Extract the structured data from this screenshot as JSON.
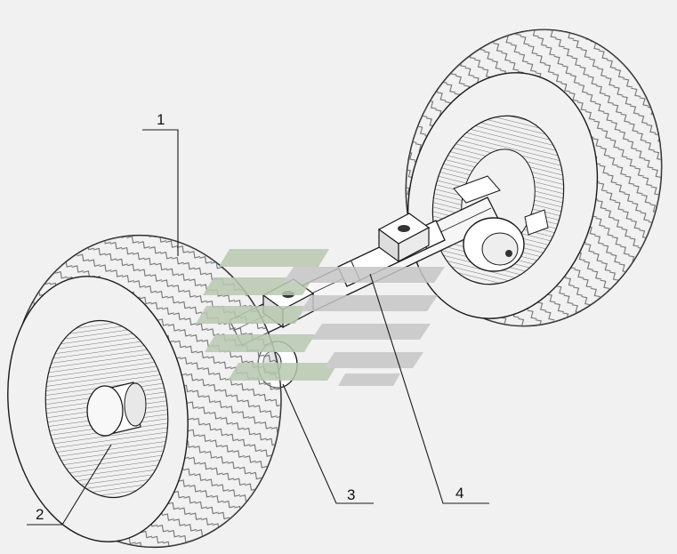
{
  "callouts": [
    {
      "id": "1",
      "label": "1"
    },
    {
      "id": "2",
      "label": "2"
    },
    {
      "id": "3",
      "label": "3"
    },
    {
      "id": "4",
      "label": "4"
    }
  ],
  "colors": {
    "background": "#f1f1f1",
    "ink": "#1a1a1a",
    "watermark_green": "#b8c9b1",
    "watermark_grey": "#c6c6c6"
  }
}
